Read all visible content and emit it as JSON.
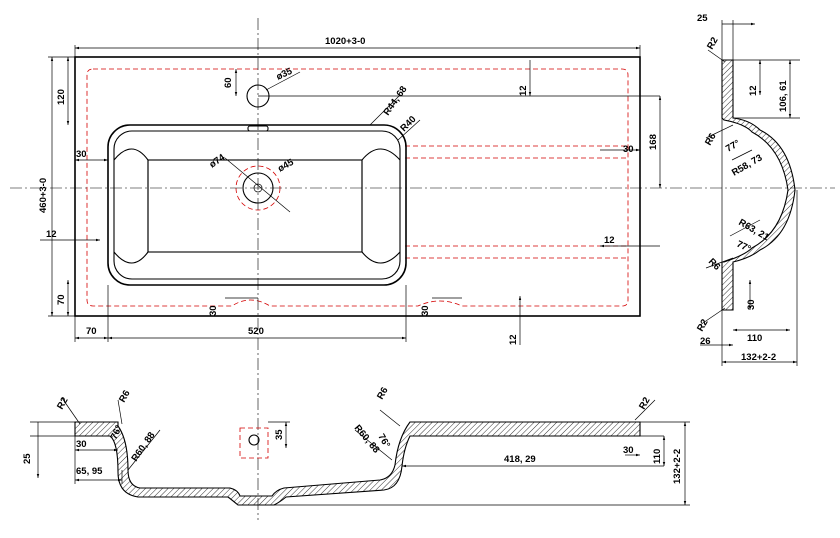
{
  "labels": {
    "top_width": "1020+3-0",
    "depth": "460+3-0",
    "d120": "120",
    "d60": "60",
    "hole35": "ø35",
    "r4468": "R44, 68",
    "r40": "R40",
    "d12_top": "12",
    "d168": "168",
    "d30_left": "30",
    "d30_right": "30",
    "phi74": "ø74",
    "phi45": "ø45",
    "d12_left": "12",
    "d12_right": "12",
    "d70_left": "70",
    "d30_bot1": "30",
    "d30_bot2": "30",
    "d70_bottom": "70",
    "d520": "520",
    "d12_bottom": "12",
    "side_25": "25",
    "side_r2_top": "R2",
    "side_12": "12",
    "side_10661": "106, 61",
    "side_r6_top": "R6",
    "side_77_top": "77°",
    "side_r5873": "R58, 73",
    "side_r6321": "R63, 21",
    "side_77_bot": "77°",
    "side_r6_bot": "R6",
    "side_30": "30",
    "side_r2_bot": "R2",
    "side_110": "110",
    "side_26": "26",
    "side_132": "132+2-2",
    "front_r2_left": "R2",
    "front_r6_left": "R6",
    "front_25": "25",
    "front_30": "30",
    "front_76_left": "76°",
    "front_r6088_left": "R60, 88",
    "front_6595": "65, 95",
    "front_35": "35",
    "front_r6_right": "R6",
    "front_r6088_right": "R60, 88",
    "front_76_right": "76°",
    "front_r2_right": "R2",
    "front_41829": "418, 29",
    "front_30_right": "30",
    "front_110": "110",
    "front_132": "132+2-2"
  }
}
